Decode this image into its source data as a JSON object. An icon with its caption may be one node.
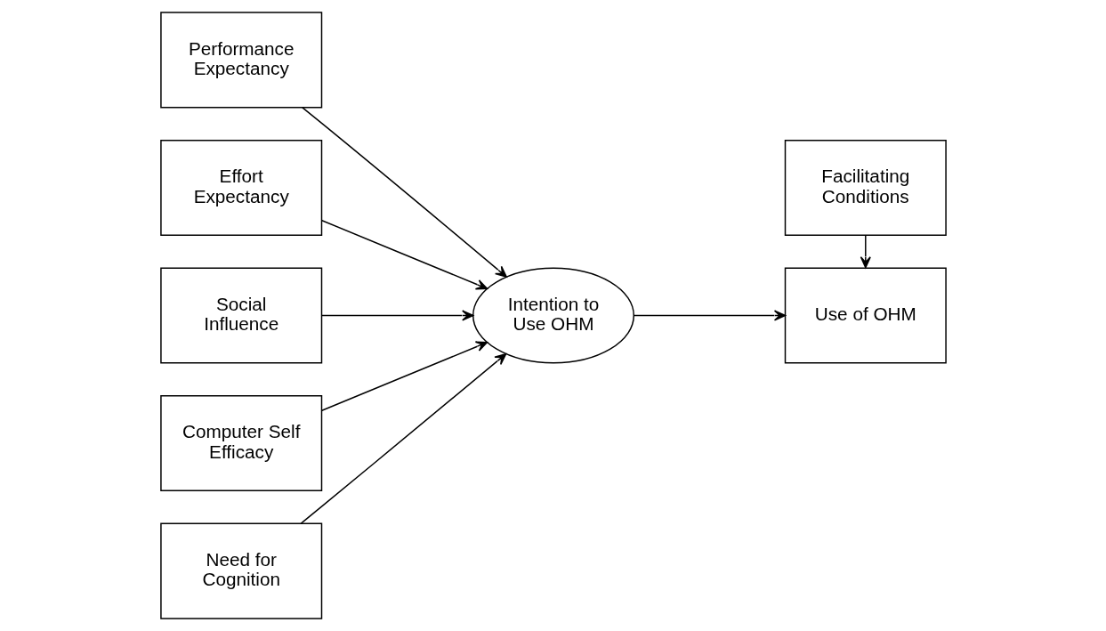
{
  "diagram": {
    "nodes": [
      {
        "text": [
          "Performance Expectancy"
        ]
      },
      {
        "text": [
          "Effort Expectancy"
        ]
      },
      {
        "text": [
          "Social Influence"
        ]
      },
      {
        "text": [
          "Computer Self Efficacy"
        ]
      },
      {
        "text": [
          "Need for Cognition"
        ]
      },
      {
        "text": [
          "Intention to Use OHM"
        ]
      },
      {
        "text": [
          "Use of OHM"
        ]
      },
      {
        "text": [
          "Facilitating Conditions"
        ]
      }
    ],
    "edges": [
      {
        "from": 0,
        "to": 5,
        "arrow": "to"
      },
      {
        "from": 1,
        "to": 5,
        "arrow": "to"
      },
      {
        "from": 2,
        "to": 5,
        "arrow": "to"
      },
      {
        "from": 3,
        "to": 5,
        "arrow": "to"
      },
      {
        "from": 4,
        "to": 5,
        "arrow": "to"
      },
      {
        "from": 5,
        "to": 6,
        "arrow": "to"
      },
      {
        "from": 7,
        "to": 6,
        "arrow": "to"
      }
    ]
  }
}
